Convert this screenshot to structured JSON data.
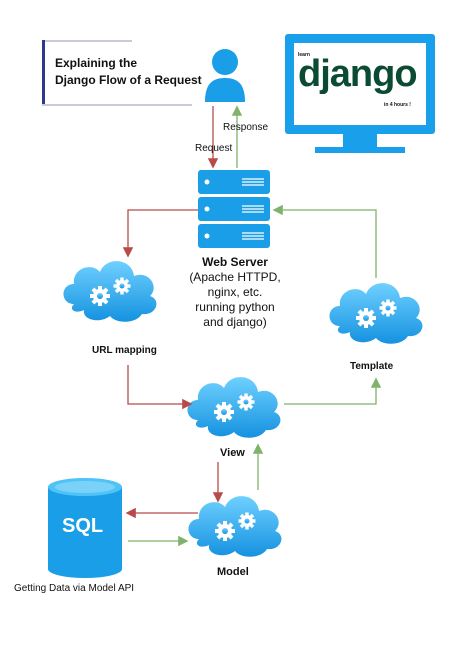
{
  "title": {
    "line1": "Explaining the",
    "line2": "Django Flow of a Request"
  },
  "monitor": {
    "small_top": "learn",
    "brand": "django",
    "small_bottom": "in 4 hours !"
  },
  "arrows": {
    "request": "Request",
    "response": "Response"
  },
  "web_server": {
    "title": "Web Server",
    "detail_1": "(Apache HTTPD,",
    "detail_2": "nginx, etc.",
    "detail_3": "running python",
    "detail_4": "and django)"
  },
  "nodes": {
    "url_mapping": "URL mapping",
    "template": "Template",
    "view": "View",
    "model": "Model"
  },
  "database": {
    "label": "SQL",
    "caption": "Getting Data via Model API"
  },
  "colors": {
    "blue": "#1a9ee8",
    "blue_light": "#4fc3f7",
    "red_arrow": "#b84a4a",
    "green_arrow": "#7fb26b",
    "monitor_bg": "#1aa0ea",
    "django_green": "#0c4b33",
    "title_bar": "#2d3a8c"
  }
}
